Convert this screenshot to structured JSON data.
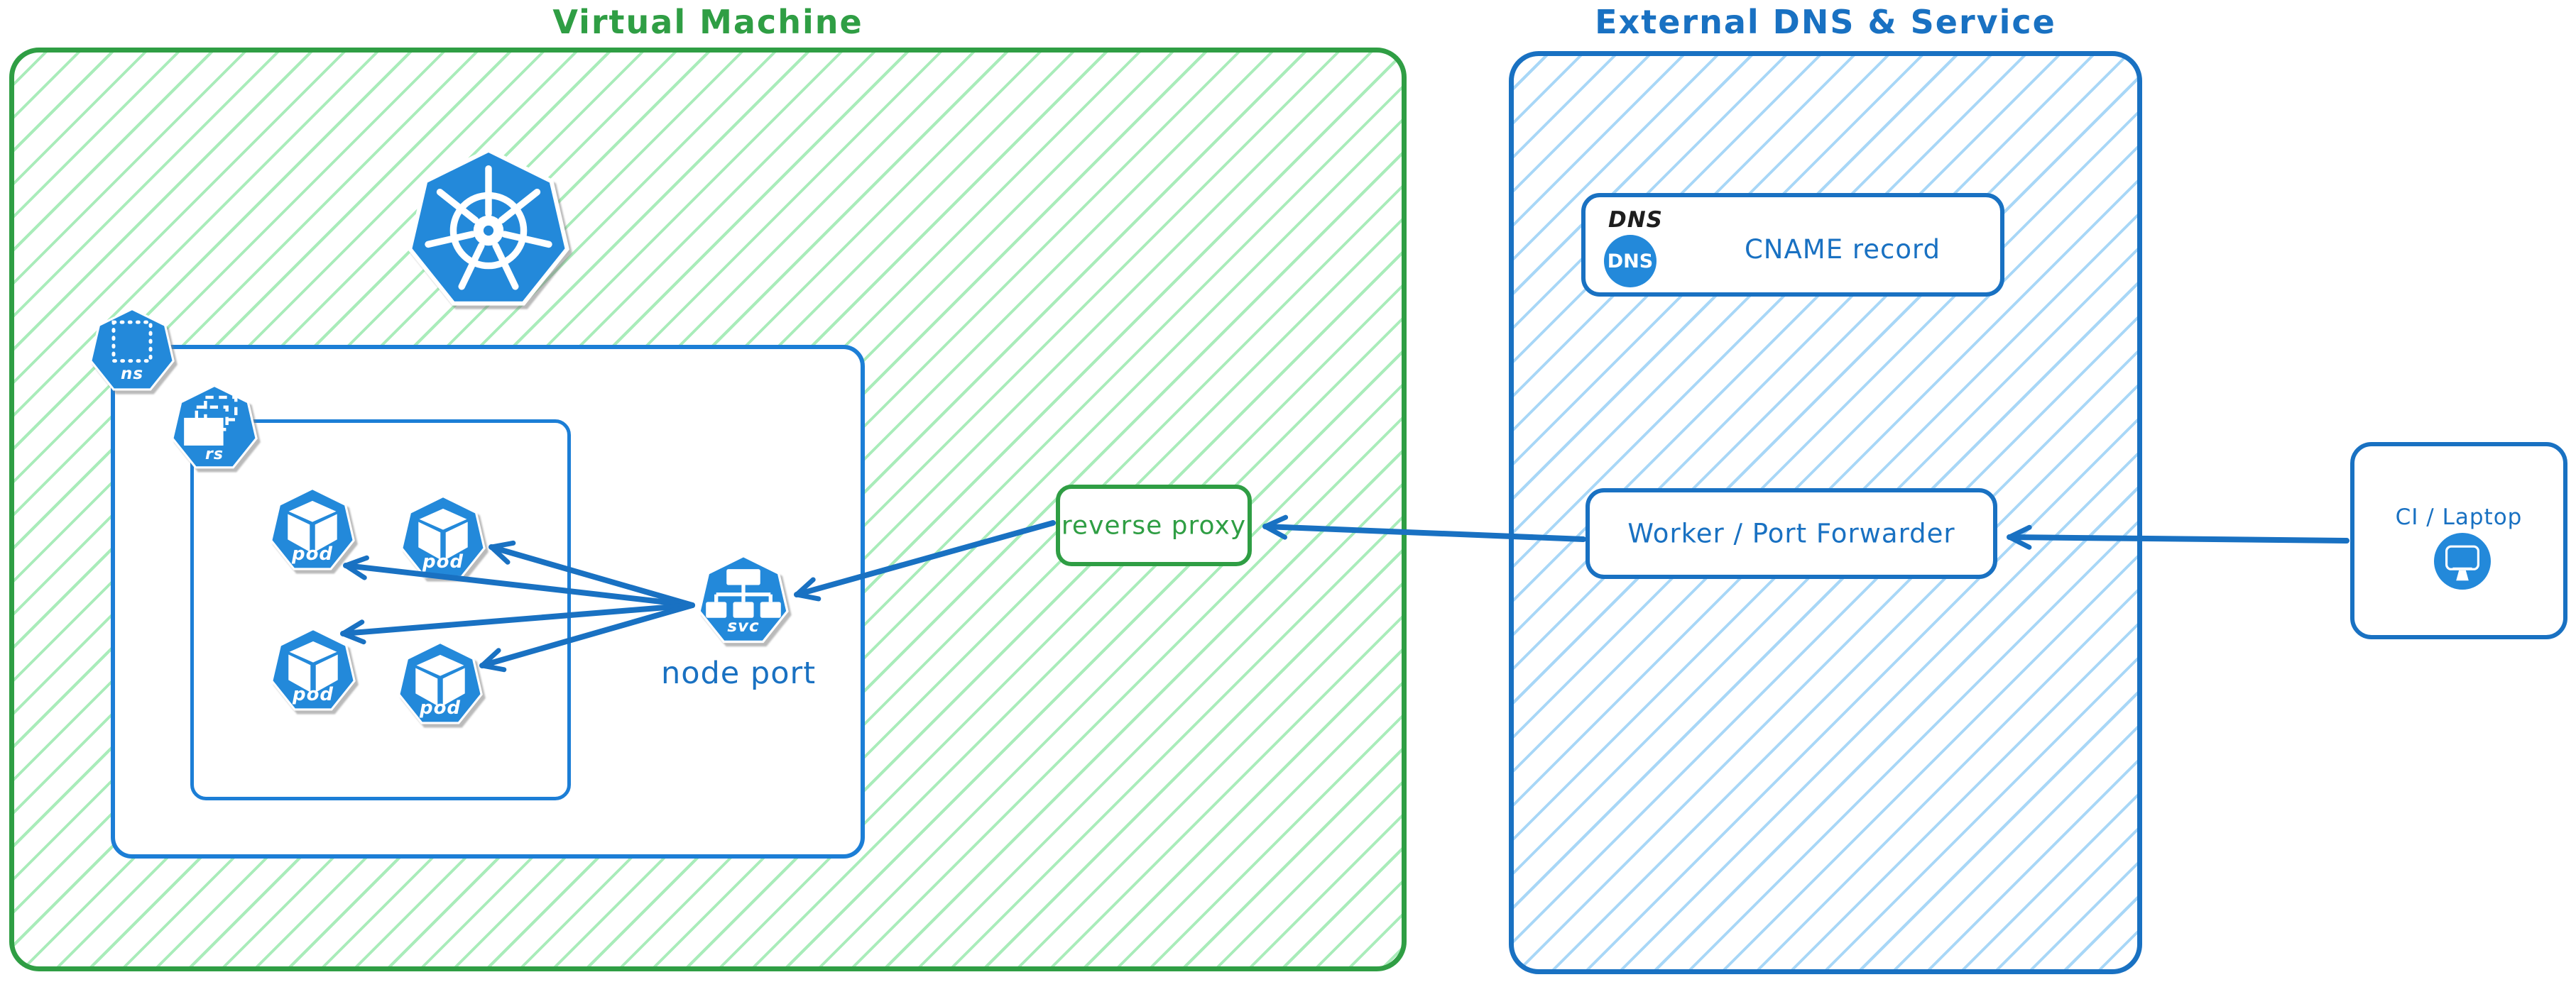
{
  "colors": {
    "green": "#2f9e44",
    "green_hatch": "#a9ecba",
    "blue": "#1971c2",
    "blue_hatch": "#a8d7f7",
    "icon_blue": "#2389da",
    "text_black": "#1e1e1e"
  },
  "vm": {
    "title": "Virtual Machine",
    "k8s_logo_icon": "kubernetes-helm-wheel-icon",
    "namespace_badge": "ns",
    "replicaset_badge": "rs",
    "pods": [
      {
        "label": "pod"
      },
      {
        "label": "pod"
      },
      {
        "label": "pod"
      },
      {
        "label": "pod"
      }
    ],
    "service_badge": "svc",
    "service_caption": "node port",
    "reverse_proxy_label": "reverse proxy"
  },
  "external": {
    "title": "External DNS & Service",
    "dns_tag": "DNS",
    "dns_icon_text": "DNS",
    "cname_label": "CNAME record",
    "worker_label": "Worker / Port Forwarder"
  },
  "client": {
    "label": "CI / Laptop",
    "icon": "monitor-icon"
  }
}
